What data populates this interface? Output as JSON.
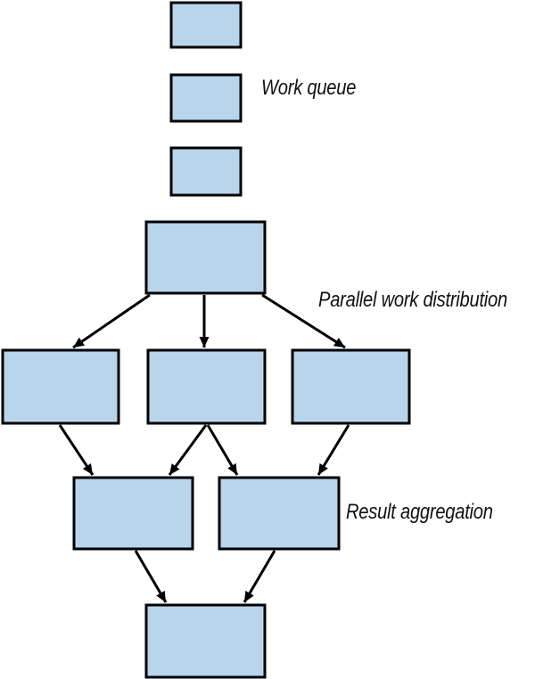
{
  "diagram": {
    "labels": {
      "work_queue": "Work queue",
      "parallel_work_distribution": "Parallel work distribution",
      "result_aggregation": "Result aggregation"
    },
    "colors": {
      "background": "#ffffff",
      "node_fill": "#b8d5ec",
      "node_border": "#000000",
      "arrow": "#000000",
      "label_text": "#111111"
    },
    "structure": {
      "queue_items": 3,
      "distributor_nodes": 1,
      "worker_nodes": 3,
      "aggregator_nodes": 2,
      "final_nodes": 1
    }
  }
}
